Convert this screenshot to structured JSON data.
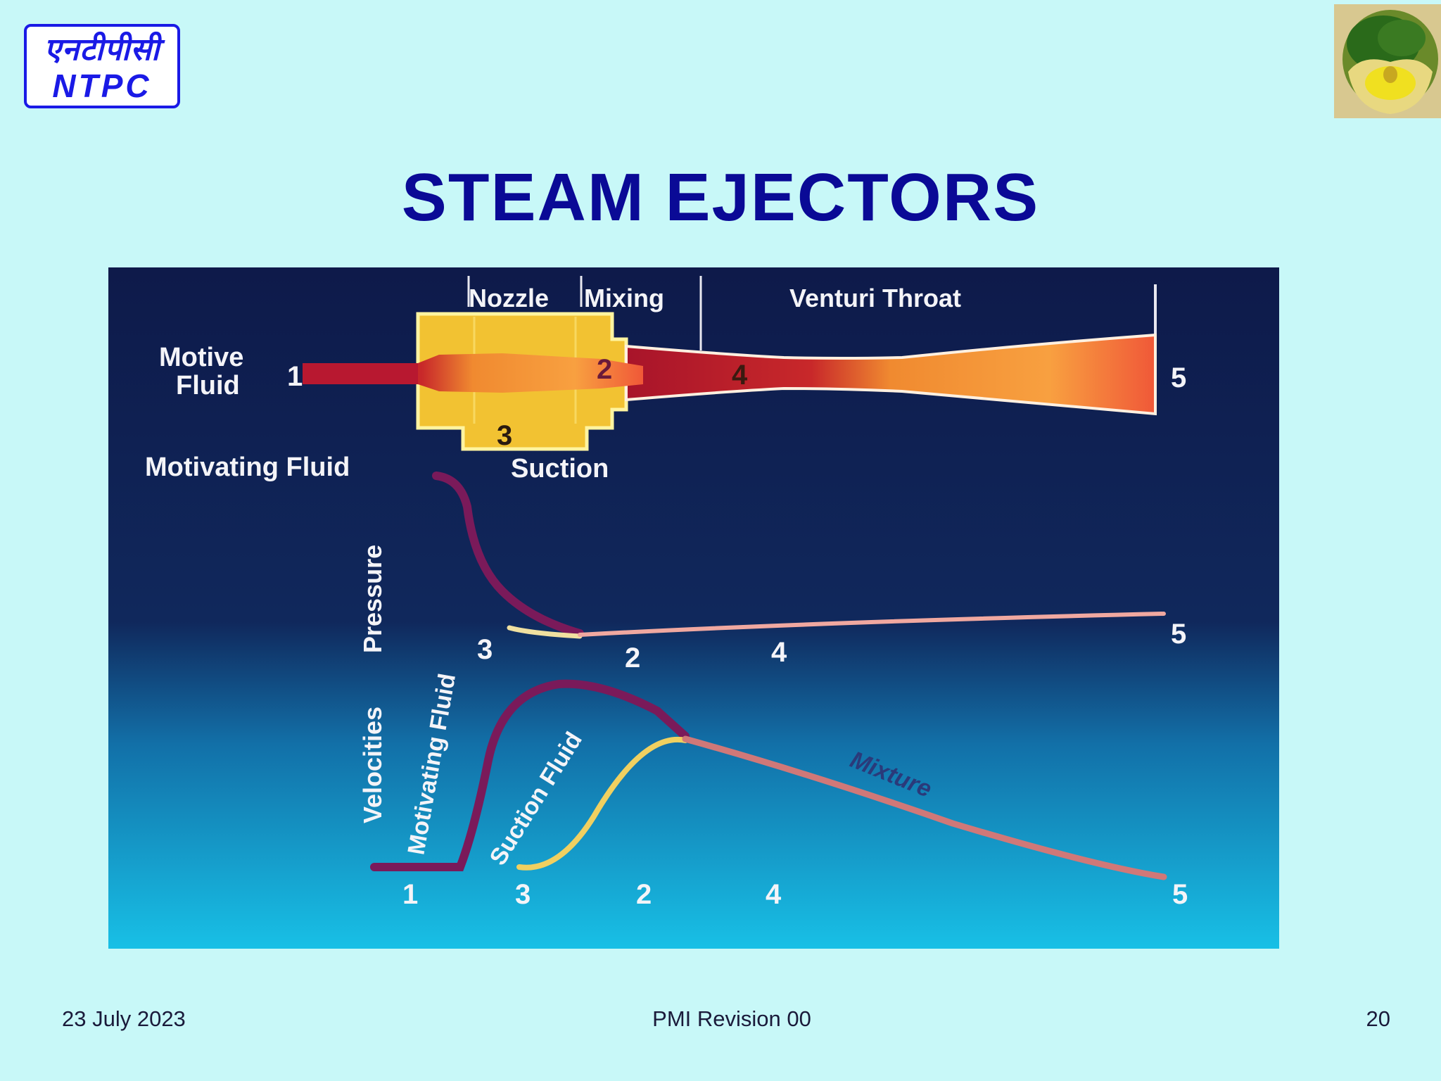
{
  "logo": {
    "hindi": "एनटीपीसी",
    "latin": "NTPC"
  },
  "title": "STEAM EJECTORS",
  "diagram": {
    "section_labels": {
      "nozzle": "Nozzle",
      "mixing": "Mixing",
      "venturi_throat": "Venturi Throat"
    },
    "motive_fluid": {
      "line1": "Motive",
      "line2": "Fluid"
    },
    "motivating_fluid": "Motivating Fluid",
    "suction": "Suction",
    "ejector_points": [
      "1",
      "2",
      "3",
      "4",
      "5"
    ],
    "pressure_axis": "Pressure",
    "velocities_axis": "Velocities",
    "pressure_points": [
      "3",
      "2",
      "4",
      "5"
    ],
    "velocity_points": [
      "1",
      "3",
      "2",
      "4",
      "5"
    ],
    "curve_labels": {
      "motivating_fluid": "Motivating Fluid",
      "suction_fluid": "Suction Fluid",
      "mixture": "Mixture"
    },
    "colors": {
      "background_top": "#0e1a4a",
      "background_bottom": "#18c0e6",
      "body": "#f2c232",
      "motive_curve": "#7a1a5a",
      "suction_curve": "#f0d060"
    }
  },
  "footer": {
    "date": "23 July 2023",
    "revision": "PMI Revision 00",
    "page": "20"
  }
}
